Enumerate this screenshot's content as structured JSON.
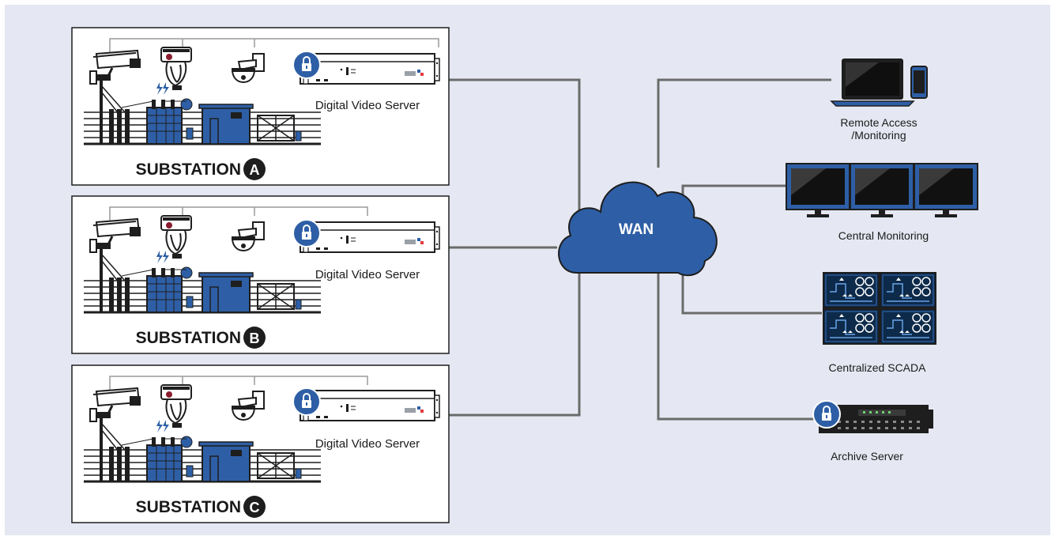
{
  "cloud": {
    "label": "WAN"
  },
  "substations": [
    {
      "title": "SUBSTATION",
      "badge": "A",
      "server_label": "Digital Video Server"
    },
    {
      "title": "SUBSTATION",
      "badge": "B",
      "server_label": "Digital Video Server"
    },
    {
      "title": "SUBSTATION",
      "badge": "C",
      "server_label": "Digital Video Server"
    }
  ],
  "endpoints": {
    "remote": {
      "line1": "Remote Access",
      "line2": "/Monitoring"
    },
    "central": {
      "label": "Central Monitoring"
    },
    "scada": {
      "label": "Centralized SCADA"
    },
    "archive": {
      "label": "Archive Server"
    }
  },
  "colors": {
    "accent": "#2e5fa6",
    "background": "#e5e8f2",
    "line": "#6b6b6b",
    "dark": "#1e1e1e"
  },
  "icons": [
    "bullet-camera-icon",
    "ptz-camera-icon",
    "dome-camera-icon",
    "lock-icon",
    "video-server-icon",
    "substation-icon",
    "laptop-icon",
    "phone-icon",
    "monitor-icon",
    "scada-panel-icon",
    "archive-server-icon",
    "cloud-icon"
  ]
}
